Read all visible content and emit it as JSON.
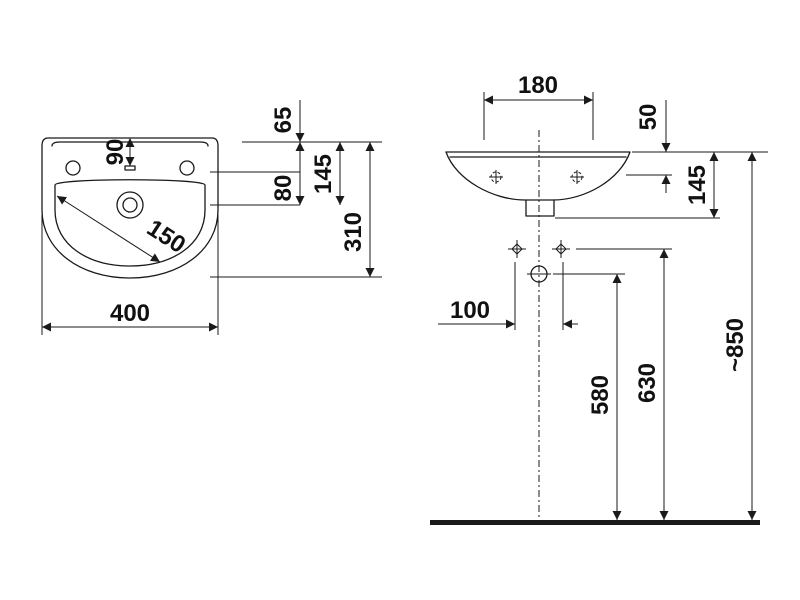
{
  "plan_view": {
    "width_label": "400",
    "depth_label": "310",
    "rear_to_overflow_label": "65",
    "rear_to_tap_holes_label": "90",
    "rear_to_drain_label": "145",
    "tap_holes_to_drain_label": "80",
    "drain_radius_label": "150"
  },
  "front_view": {
    "tap_hole_spacing_label": "180",
    "rim_thickness_label": "50",
    "bowl_height_label": "145",
    "supply_spacing_label": "100",
    "waste_height_label": "580",
    "supply_height_label": "630",
    "rim_height_label": "~850"
  },
  "colors": {
    "line": "#1a1a1a",
    "text": "#111111",
    "background": "#ffffff"
  }
}
